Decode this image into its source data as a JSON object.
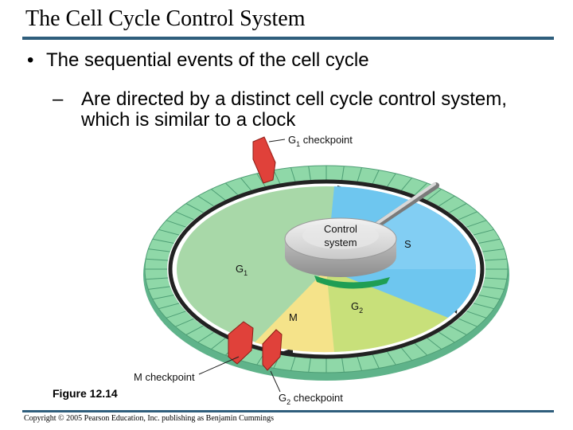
{
  "slide": {
    "title": "The Cell Cycle Control System",
    "bullet": "The sequential events of the cell cycle",
    "sub_dash": "–",
    "sub_bullet": "Are directed by a distinct cell cycle control system, which is similar to a clock",
    "figure_caption": "Figure 12.14",
    "copyright": "Copyright © 2005 Pearson Education, Inc. publishing as Benjamin Cummings"
  },
  "diagram": {
    "center_label_line1": "Control",
    "center_label_line2": "system",
    "phase_g1": "G",
    "phase_g1_sub": "1",
    "phase_s": "S",
    "phase_g2": "G",
    "phase_g2_sub": "2",
    "phase_m": "M",
    "g1_checkpoint_prefix": "G",
    "g1_checkpoint_sub": "1",
    "g1_checkpoint_suffix": " checkpoint",
    "m_checkpoint": "M checkpoint",
    "g2_checkpoint_prefix": "G",
    "g2_checkpoint_sub": "2",
    "g2_checkpoint_suffix": " checkpoint"
  },
  "colors": {
    "g1_sector": "#a8d8a8",
    "s_sector": "#6ec6ef",
    "g2_sector": "#c8e07a",
    "m_sector": "#f5e38a",
    "outer_ring": "#7ccf9a",
    "inner_ring": "#2a2a2a",
    "checkpoint_red": "#e0413a",
    "title_rule": "#2f5e7c"
  }
}
